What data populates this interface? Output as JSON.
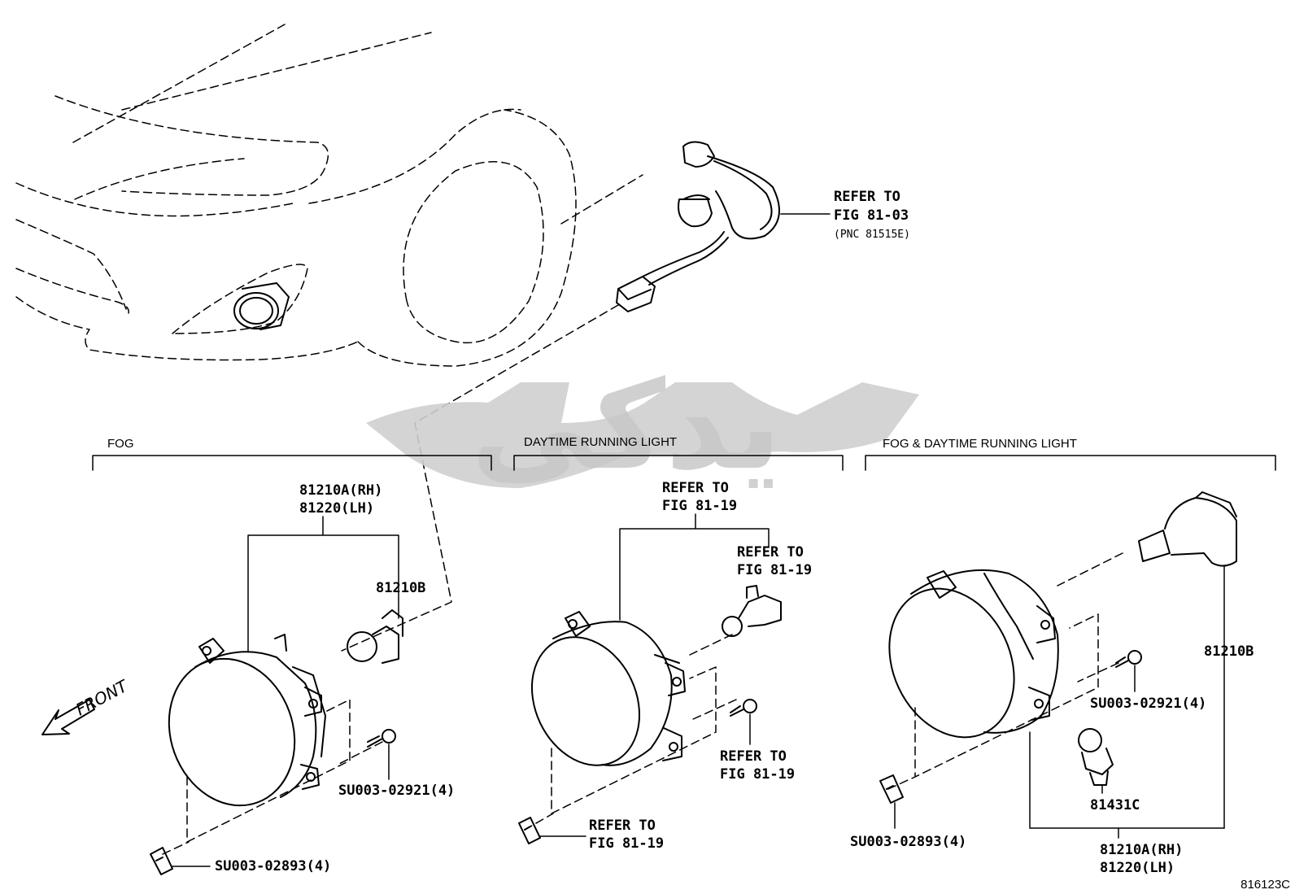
{
  "sections": {
    "fog": "FOG",
    "drl": "DAYTIME RUNNING LIGHT",
    "fog_drl": "FOG & DAYTIME RUNNING LIGHT"
  },
  "harness_ref": {
    "line1": "REFER TO",
    "line2": "FIG 81-03",
    "line3": "(PNC 81515E)"
  },
  "fog": {
    "part_rh": "81210A(RH)",
    "part_lh": "81220(LH)",
    "bulb": "81210B",
    "screw": "SU003-02921(4)",
    "clip": "SU003-02893(4)"
  },
  "drl": {
    "ref_top_1": "REFER TO",
    "ref_top_2": "FIG 81-19",
    "ref_bulb_1": "REFER TO",
    "ref_bulb_2": "FIG 81-19",
    "ref_screw_1": "REFER TO",
    "ref_screw_2": "FIG 81-19",
    "ref_clip_1": "REFER TO",
    "ref_clip_2": "FIG 81-19"
  },
  "fog_drl": {
    "bulb": "81210B",
    "screw": "SU003-02921(4)",
    "drl_bulb": "81431C",
    "clip": "SU003-02893(4)",
    "part_rh": "81210A(RH)",
    "part_lh": "81220(LH)"
  },
  "front_label": "FRONT",
  "watermark": "یدکی",
  "figure_code": "816123C"
}
